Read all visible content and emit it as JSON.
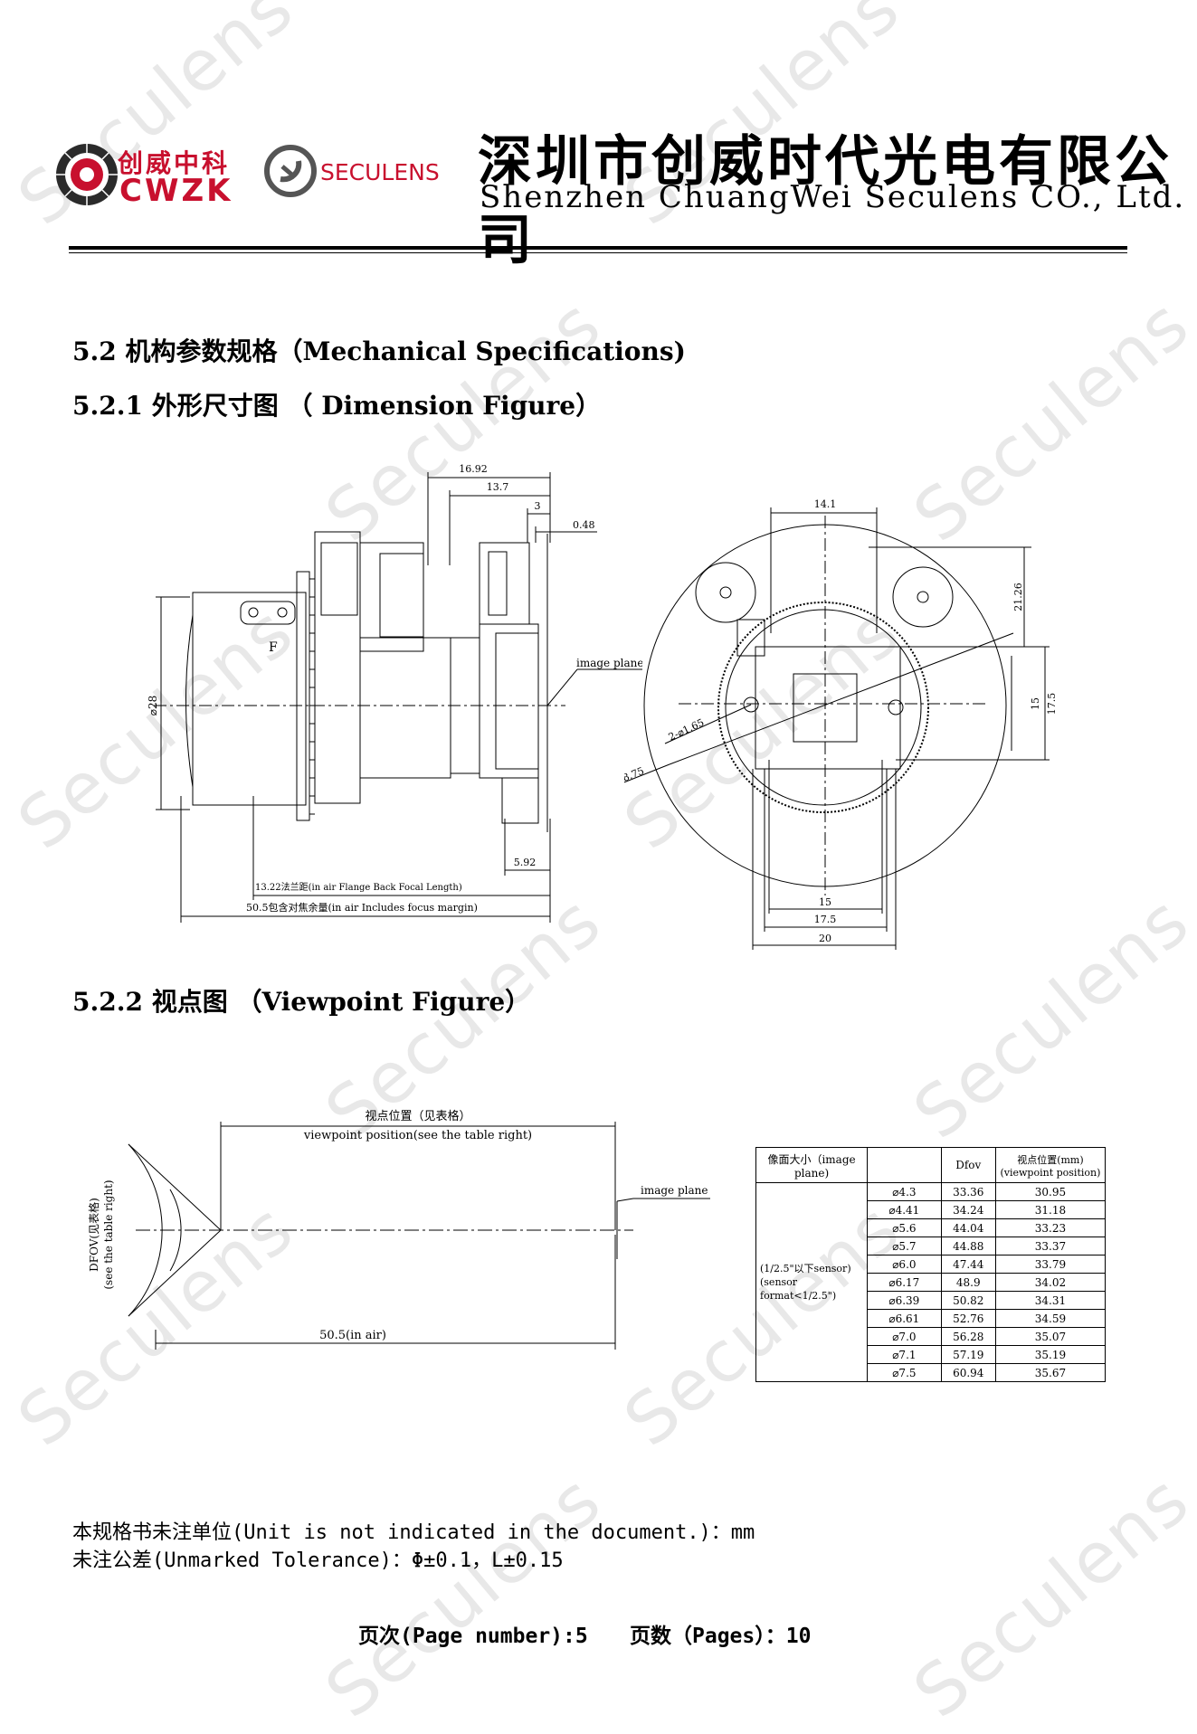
{
  "header": {
    "logo_cn": "创威中科",
    "logo_en": "CWZK",
    "seculens_logo": "SECULENS",
    "company_cn": "深圳市创威时代光电有限公司",
    "company_en": "Shenzhen ChuangWei Seculens CO., Ltd."
  },
  "watermark": "Seculens",
  "sections": {
    "mech": "5.2 机构参数规格（Mechanical Specifications)",
    "dim": "5.2.1 外形尺寸图 （ Dimension Figure）",
    "view": "5.2.2 视点图 （Viewpoint Figure）"
  },
  "dimension_figure": {
    "d1692": "16.92",
    "d137": "13.7",
    "d3": "3",
    "d048": "0.48",
    "d28": "⌀28",
    "image_plane": "image plane",
    "d592": "5.92",
    "flange": "13.22法兰距(in air Flange Back Focal Length)",
    "focus": "50.5包含对焦余量(in air Includes focus margin)",
    "d141": "14.1",
    "d2126": "21.26",
    "d15v": "15",
    "d175v": "17.5",
    "hole": "2-⌀1.65",
    "d4875": "⌀48.75",
    "d15h": "15",
    "d175h": "17.5",
    "d20": "20",
    "f_mark": "F"
  },
  "viewpoint_figure": {
    "pos_cn": "视点位置（见表格）",
    "pos_en": "viewpoint position(see the table right)",
    "dfov_cn": "DFOV(见表格)",
    "dfov_en": "(see the table right)",
    "image_plane": "image plane",
    "air": "50.5(in air)"
  },
  "viewpoint_table": {
    "col1": "像面大小（image plane)",
    "col2": "Dfov",
    "col3_cn": "视点位置(mm)",
    "col3_en": "(viewpoint position)",
    "group": [
      "(1/2.5\"以下sensor)",
      "(sensor",
      "format<1/2.5\")"
    ],
    "rows": [
      [
        "⌀4.3",
        "33.36",
        "30.95"
      ],
      [
        "⌀4.41",
        "34.24",
        "31.18"
      ],
      [
        "⌀5.6",
        "44.04",
        "33.23"
      ],
      [
        "⌀5.7",
        "44.88",
        "33.37"
      ],
      [
        "⌀6.0",
        "47.44",
        "33.79"
      ],
      [
        "⌀6.17",
        "48.9",
        "34.02"
      ],
      [
        "⌀6.39",
        "50.82",
        "34.31"
      ],
      [
        "⌀6.61",
        "52.76",
        "34.59"
      ],
      [
        "⌀7.0",
        "56.28",
        "35.07"
      ],
      [
        "⌀7.1",
        "57.19",
        "35.19"
      ],
      [
        "⌀7.5",
        "60.94",
        "35.67"
      ]
    ]
  },
  "notes": {
    "unit": "本规格书未注单位(Unit is not indicated in the document.)：mm",
    "tol": "未注公差(Unmarked Tolerance)：Φ±0.1，L±0.15"
  },
  "footer": {
    "page": "页次(Page number):5",
    "pages": "页数（Pages）：10"
  }
}
